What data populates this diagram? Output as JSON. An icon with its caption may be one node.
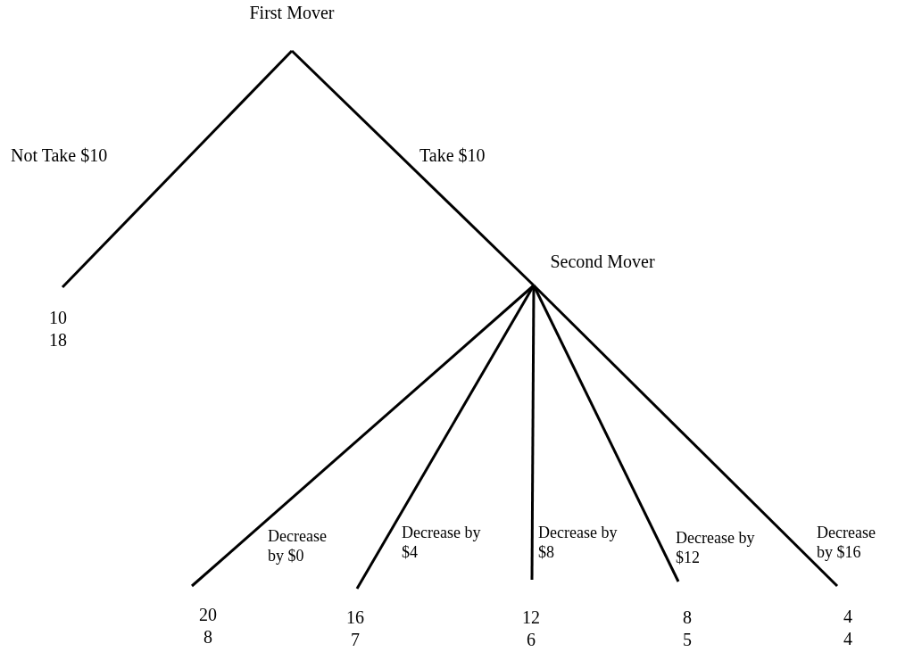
{
  "diagram": {
    "nodes": [
      {
        "text": [
          "First Mover"
        ]
      },
      {
        "text": [
          "10",
          "18"
        ]
      },
      {
        "text": [
          "Second Mover"
        ]
      },
      {
        "text": [
          "20",
          "8"
        ]
      },
      {
        "text": [
          "16",
          "7"
        ]
      },
      {
        "text": [
          "12",
          "6"
        ]
      },
      {
        "text": [
          "8",
          "5"
        ]
      },
      {
        "text": [
          "4",
          "4"
        ]
      }
    ],
    "edges": [
      {
        "from": 0,
        "to": 1,
        "arrow": "none",
        "label": "Not Take $10"
      },
      {
        "from": 0,
        "to": 2,
        "arrow": "none",
        "label": "Take $10"
      },
      {
        "from": 2,
        "to": 3,
        "arrow": "none",
        "label": "Decrease by $0"
      },
      {
        "from": 2,
        "to": 4,
        "arrow": "none",
        "label": "Decrease by $4"
      },
      {
        "from": 2,
        "to": 5,
        "arrow": "none",
        "label": "Decrease by $8"
      },
      {
        "from": 2,
        "to": 6,
        "arrow": "none",
        "label": "Decrease by $12"
      },
      {
        "from": 2,
        "to": 7,
        "arrow": "none",
        "label": "Decrease by $16"
      }
    ]
  }
}
